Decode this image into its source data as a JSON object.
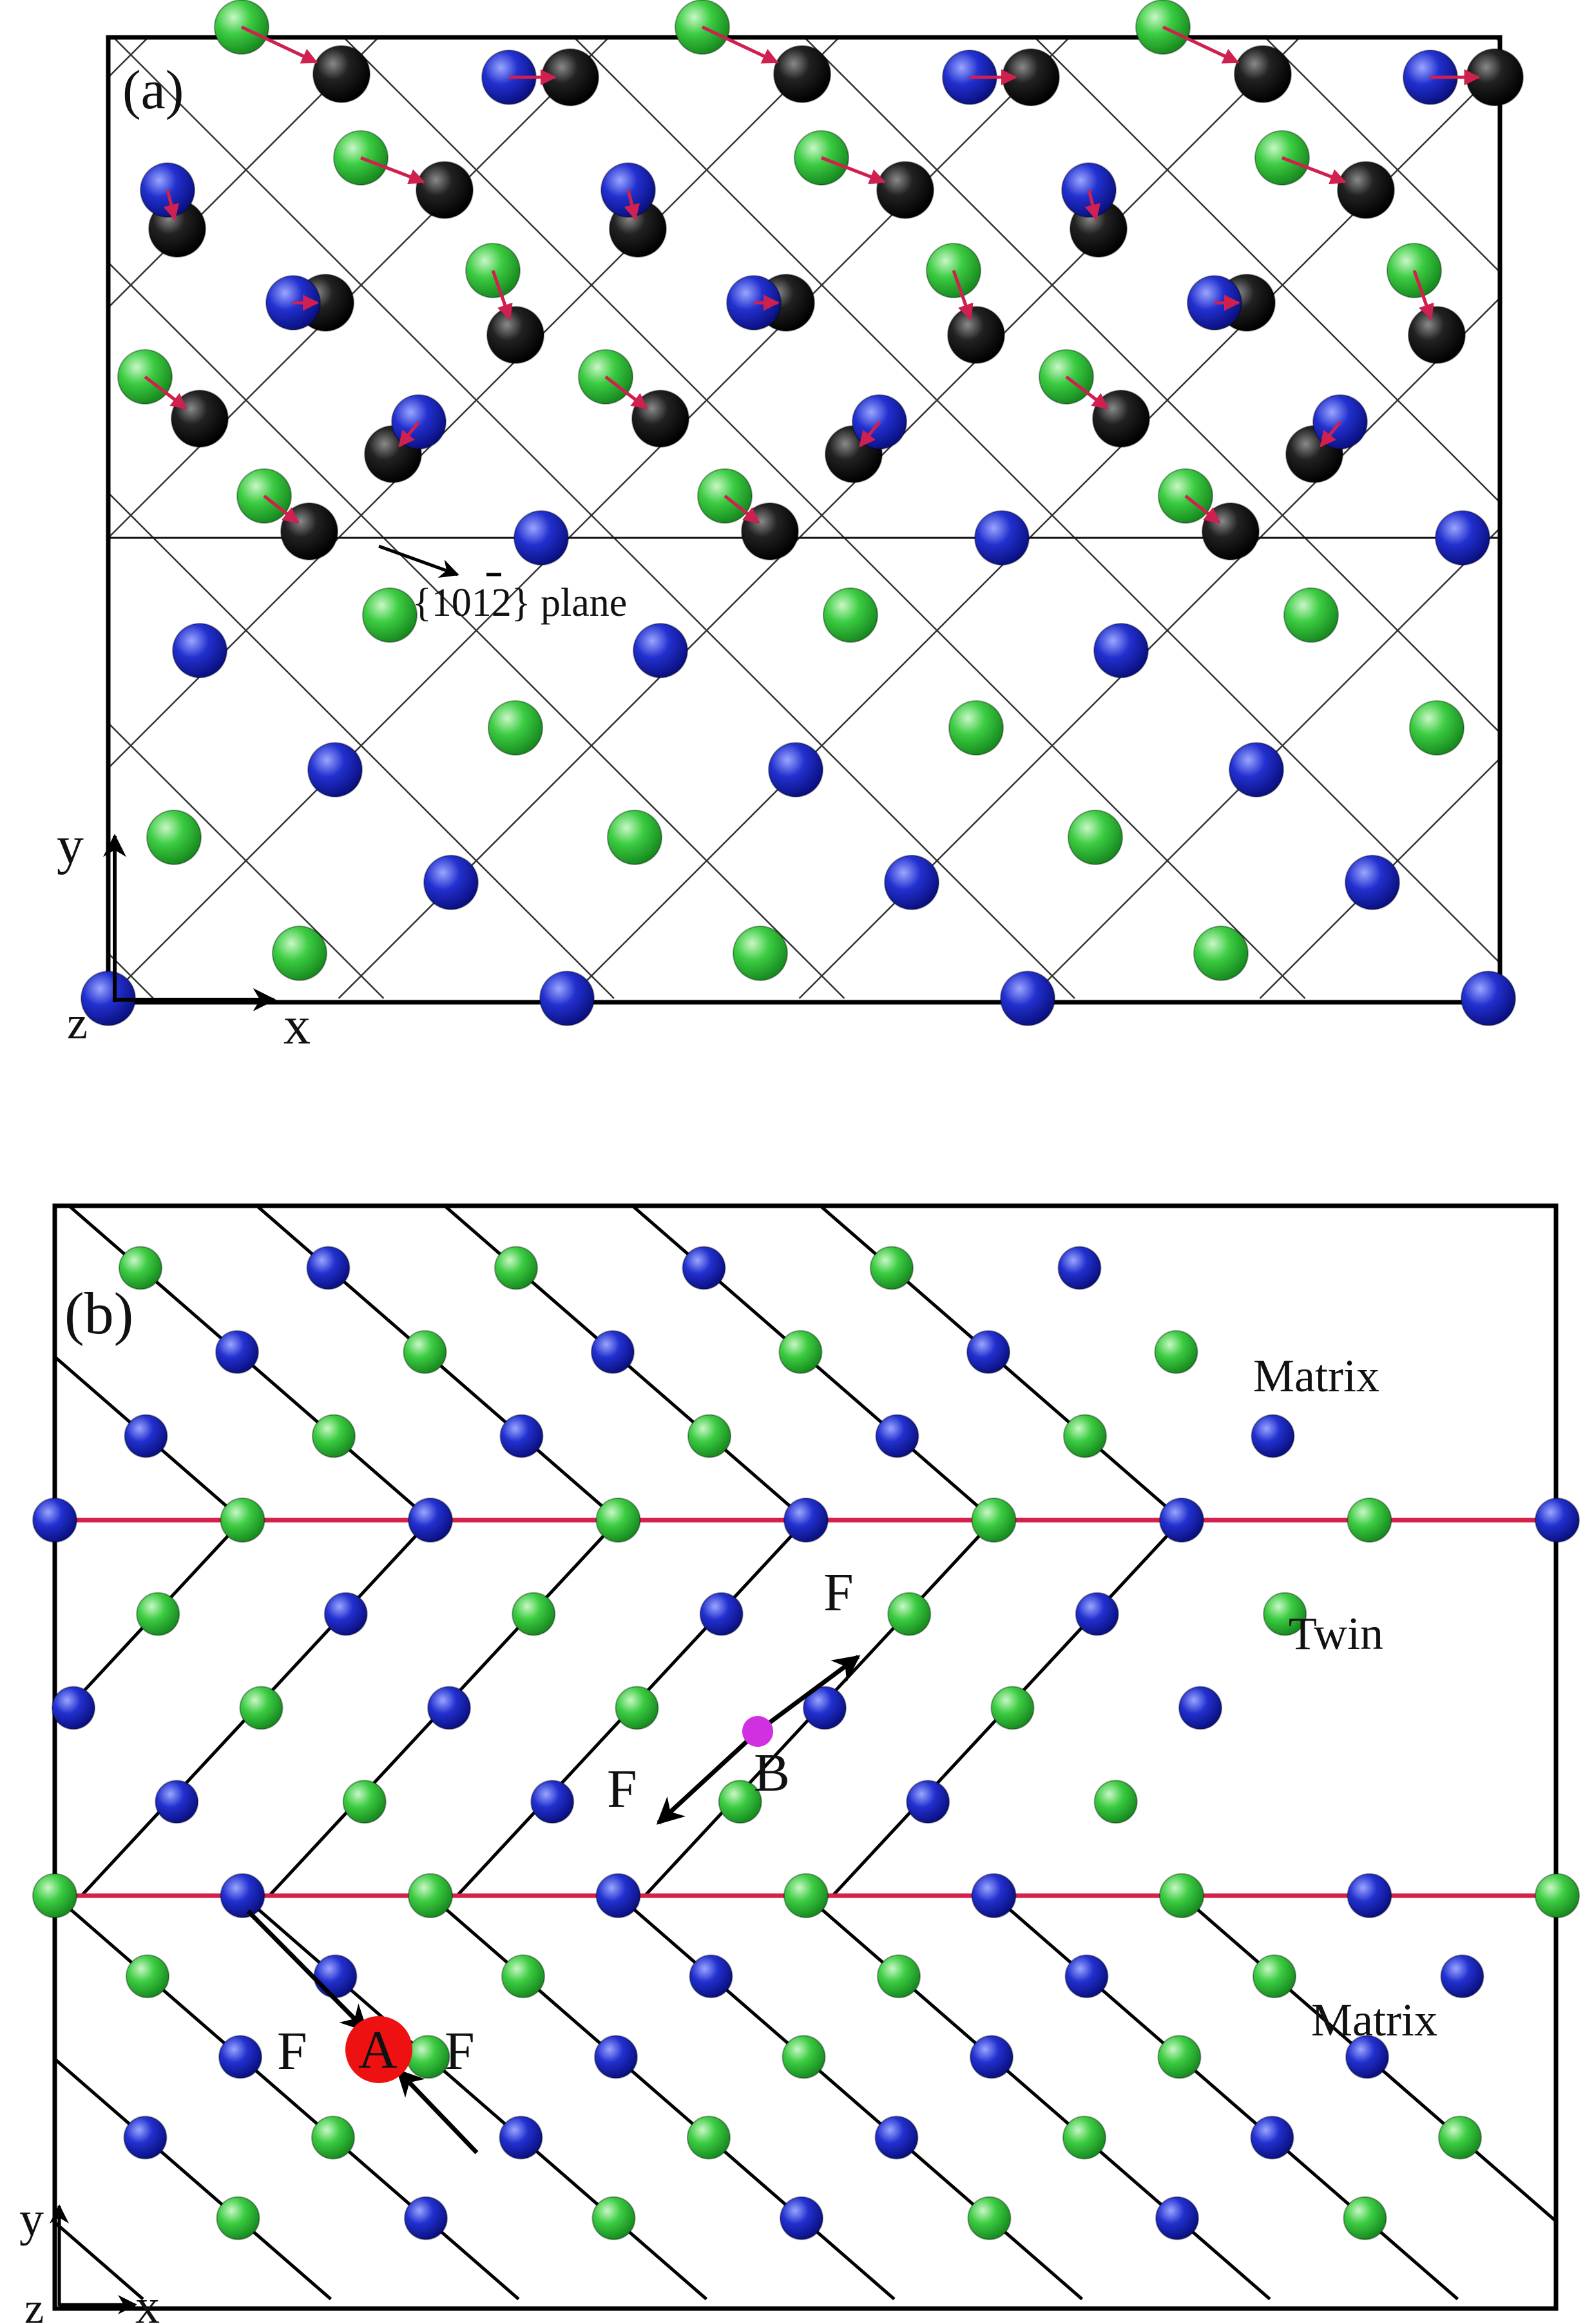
{
  "panel_a": {
    "label": "(a)",
    "plane_label": "{1012} plane",
    "axis_y": "y",
    "axis_x": "x",
    "axis_z": "z"
  },
  "panel_b": {
    "label": "(b)",
    "matrix_top": "Matrix",
    "twin": "Twin",
    "matrix_bottom": "Matrix",
    "force_label": "F",
    "point_a": "A",
    "point_b": "B",
    "axis_y": "y",
    "axis_x": "x",
    "axis_z": "z"
  },
  "colors": {
    "green_atom": "#33c43a",
    "blue_atom": "#1a22c8",
    "black_atom": "#141414",
    "twin_line": "#d4204a",
    "displacement_arrow": "#d02050",
    "point_a": "#ee1111",
    "point_b": "#d030e0"
  }
}
